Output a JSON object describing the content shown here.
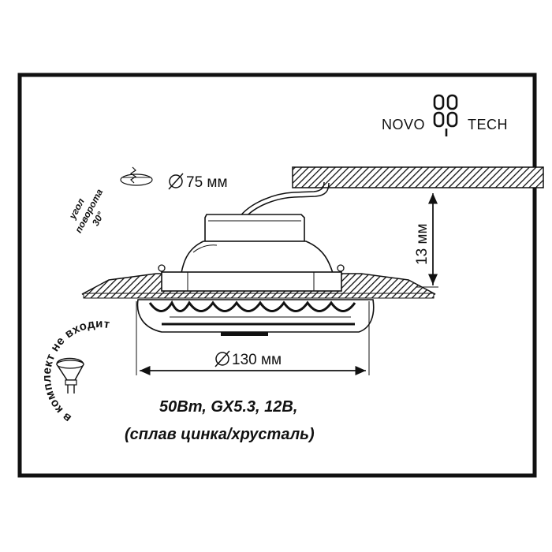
{
  "brand": {
    "left": "NOVO",
    "right": "TECH",
    "logo_icon": "novotech-logo-icon"
  },
  "cutout": {
    "label": "75 мм",
    "icon": "diameter-icon"
  },
  "rotation": {
    "line1": "угол",
    "line2": "поворота",
    "line3": "30°"
  },
  "height_dim": {
    "label": "13 мм"
  },
  "width_dim": {
    "label": "130 мм",
    "icon": "diameter-icon"
  },
  "specs": {
    "line1": "50Вт, GX5.3, 12В,",
    "line2": "(сплав цинка/хрусталь)"
  },
  "lamp_note": {
    "text": "в комплект не входит",
    "icon": "mr16-lamp-icon"
  },
  "colors": {
    "ink": "#111111",
    "background": "#ffffff"
  }
}
